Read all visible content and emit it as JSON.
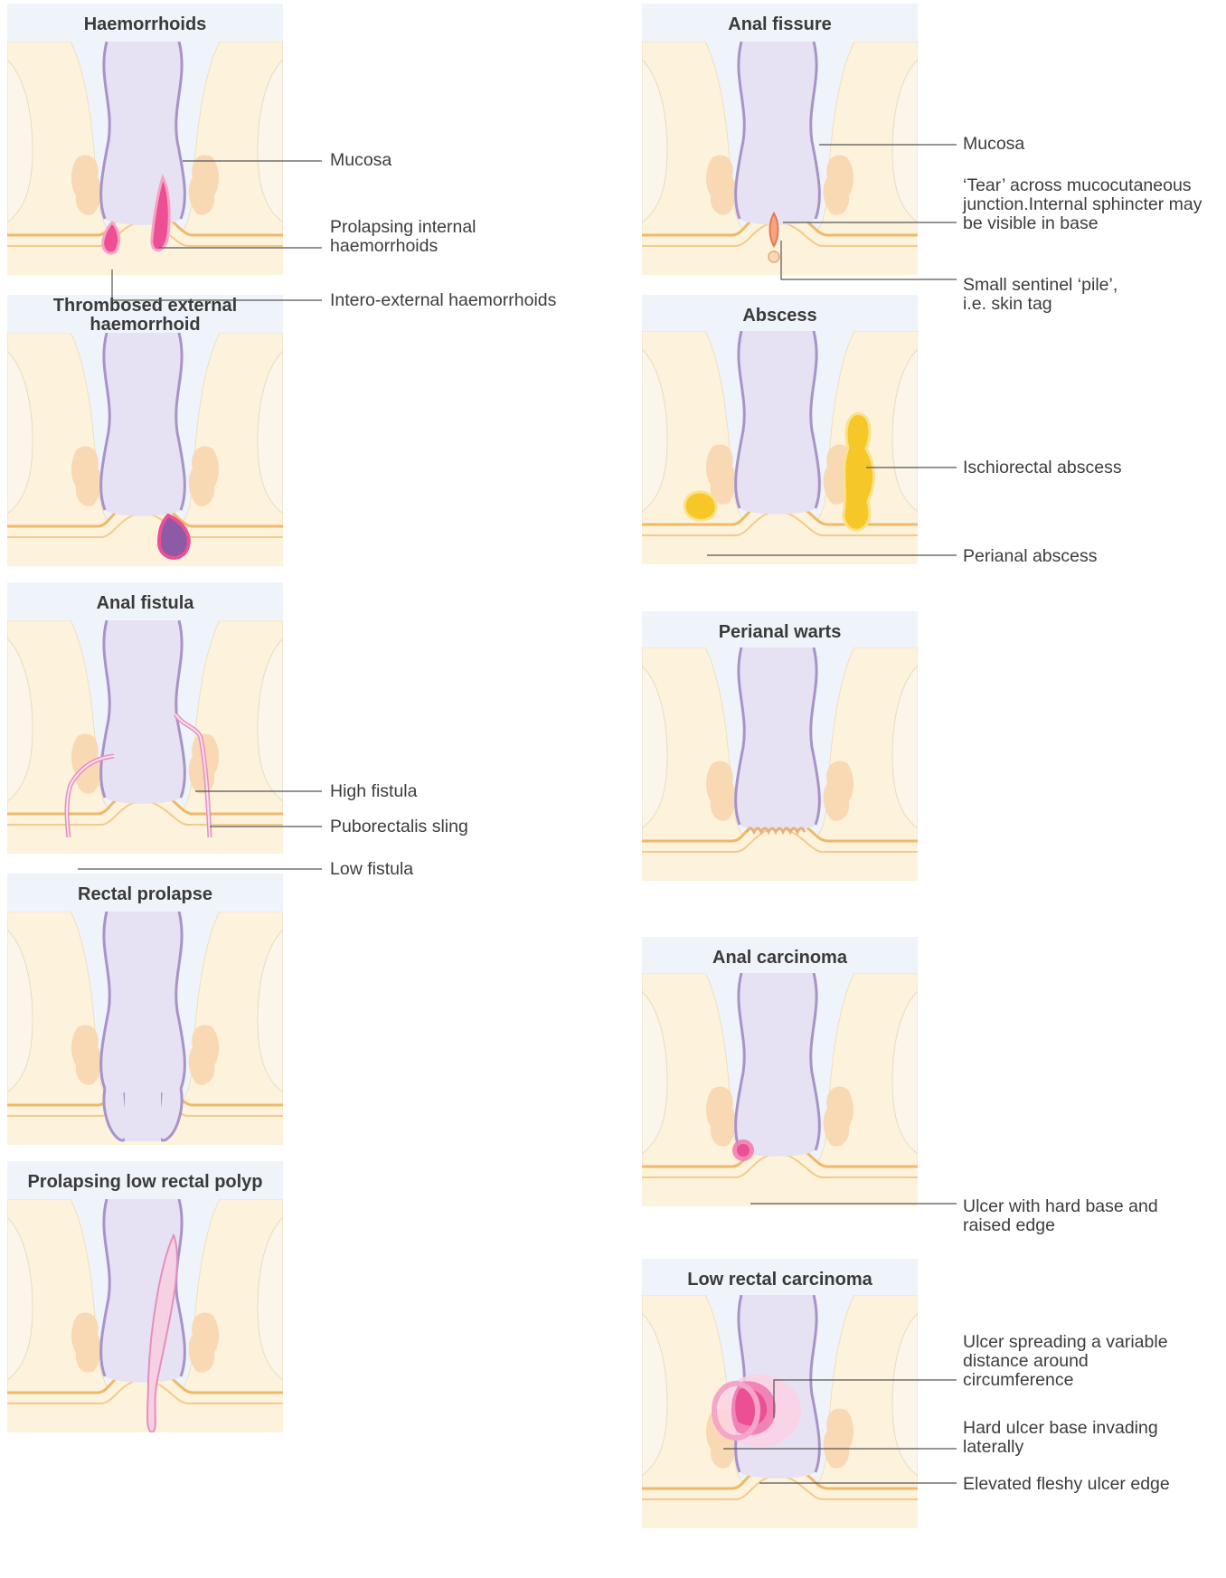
{
  "panels": {
    "haemorrhoids": {
      "title": "Haemorrhoids",
      "labels": {
        "mucosa": "Mucosa",
        "prolapsing": "Prolapsing internal\nhaemorrhoids",
        "intero_external": "Intero-external haemorrhoids"
      }
    },
    "anal_fissure": {
      "title": "Anal fissure",
      "labels": {
        "mucosa": "Mucosa",
        "tear": "‘Tear’ across mucocutaneous\njunction.Internal sphincter may\nbe visible in base",
        "sentinel": "Small sentinel ‘pile’,\ni.e. skin tag"
      }
    },
    "thrombosed": {
      "title": "Thrombosed external\nhaemorrhoid"
    },
    "abscess": {
      "title": "Abscess",
      "labels": {
        "ischiorectal": "Ischiorectal abscess",
        "perianal": "Perianal abscess"
      }
    },
    "anal_fistula": {
      "title": "Anal fistula",
      "labels": {
        "high": "High fistula",
        "puborectalis": "Puborectalis sling",
        "low": "Low fistula"
      }
    },
    "perianal_warts": {
      "title": "Perianal warts"
    },
    "rectal_prolapse": {
      "title": "Rectal prolapse"
    },
    "anal_carcinoma": {
      "title": "Anal carcinoma",
      "labels": {
        "ulcer": "Ulcer with hard base and\nraised edge"
      }
    },
    "polyp": {
      "title": "Prolapsing low rectal polyp"
    },
    "low_rectal_carcinoma": {
      "title": "Low rectal carcinoma",
      "labels": {
        "spreading": "Ulcer spreading a variable\ndistance around\ncircumference",
        "hard_base": "Hard ulcer base invading\nlaterally",
        "elevated": "Elevated fleshy ulcer edge"
      }
    }
  },
  "colors": {
    "title_bg": "#eef4f9",
    "tissue": "#fdf3dc",
    "fat": "#fbf6e9",
    "muscle": "#f8d9b4",
    "skin_line": "#eeb96a",
    "lumen": "#e7e2f3",
    "lumen_line": "#a893c9",
    "pink": "#ec4f94",
    "abscess": "#f5c828",
    "thrombus": "#8d5aa6",
    "leader": "#555555"
  }
}
